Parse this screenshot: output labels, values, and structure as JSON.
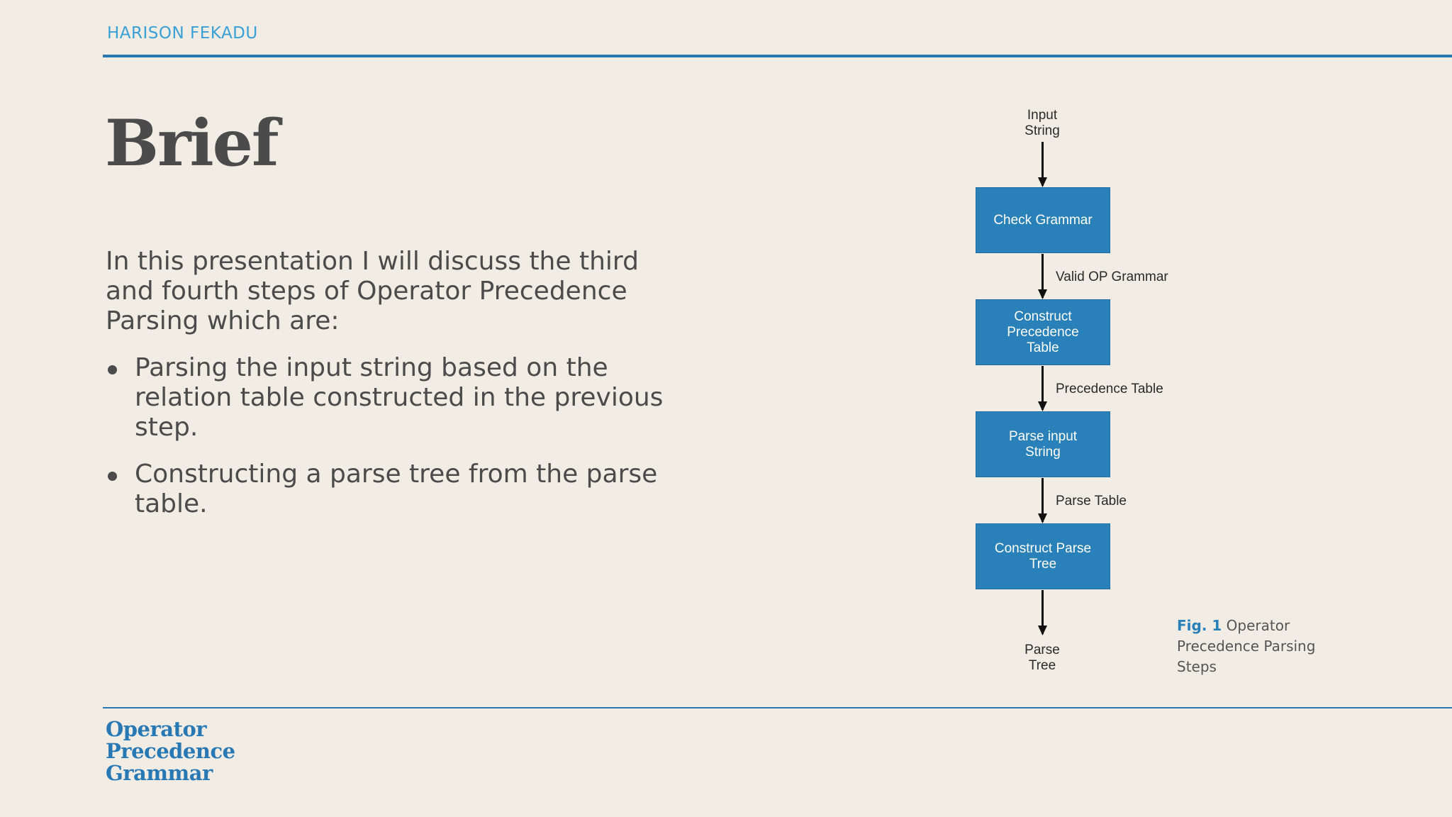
{
  "header": {
    "author": "HARISON FEKADU"
  },
  "slide": {
    "title": "Brief",
    "intro": "In this presentation I will discuss the third and fourth steps of Operator Precedence Parsing which are:",
    "bullets": [
      "Parsing the input string based on the relation table constructed in the previous step.",
      "Constructing a parse tree from the parse table."
    ]
  },
  "flowchart": {
    "start_label_line1": "Input",
    "start_label_line2": "String",
    "steps": [
      "Check Grammar",
      "Construct Precedence Table",
      "Parse input String",
      "Construct Parse Tree"
    ],
    "edge_labels": [
      "Valid OP Grammar",
      "Precedence Table",
      "Parse Table"
    ],
    "end_label_line1": "Parse",
    "end_label_line2": "Tree",
    "box_color": "#2a80b8"
  },
  "caption": {
    "fig_label": "Fig. 1",
    "text": "Operator Precedence Parsing Steps"
  },
  "footer": {
    "title_line1": "Operator",
    "title_line2": "Precedence",
    "title_line3": "Grammar"
  },
  "colors": {
    "background": "#f1ece4",
    "accent": "#2878b4",
    "author": "#3aa0d5",
    "text": "#4b4b4b"
  }
}
